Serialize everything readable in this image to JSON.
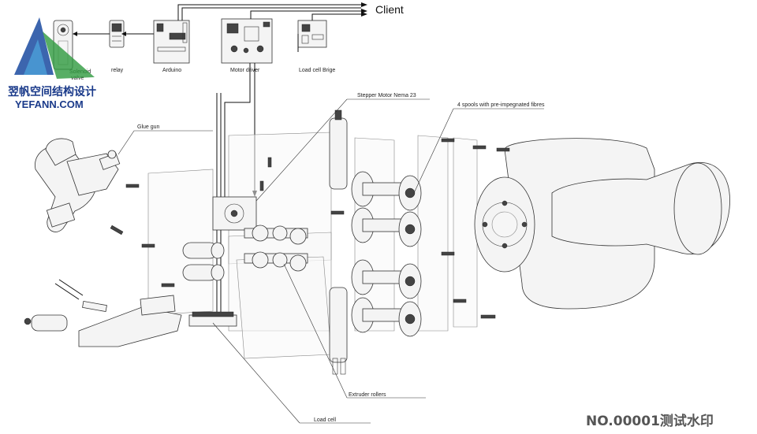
{
  "labels": {
    "client": "Client",
    "relay": "relay",
    "arduino": "Arduino",
    "motor_driver": "Motor driver",
    "load_cell_bridge": "Load cell Brige",
    "solenoid_valve_line1": "Solenoid",
    "solenoid_valve_line2": "valve",
    "stepper_motor": "Stepper Motor Nema 23",
    "spools": "4 spools with pre-impegnated fibres",
    "glue_gun": "Glue gun",
    "extruder_rollers": "Extruder rollers",
    "load_cell": "Load cell"
  },
  "watermark": {
    "brand_cn": "翌帆空间结构设计",
    "brand_en": "YEFANN.COM",
    "tag": "NO.00001测试水印"
  },
  "colors": {
    "ink": "#111111",
    "watermark_blue": "#1a3a8a",
    "watermark_green": "#2e9a3e",
    "watermark_gray": "#555555"
  }
}
